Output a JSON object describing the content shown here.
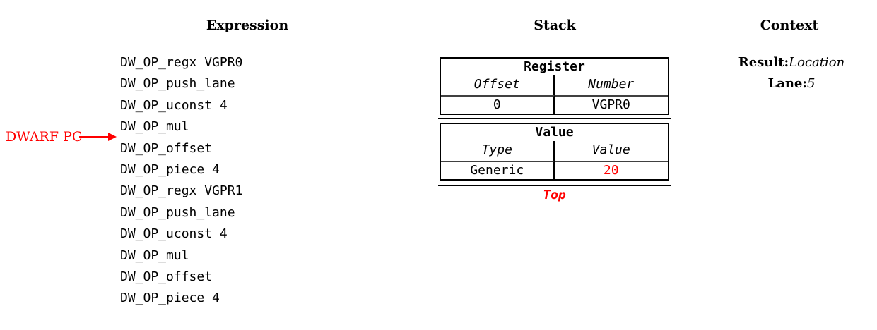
{
  "colors": {
    "accent": "#ff0000",
    "text": "#000000",
    "separator": "#404040"
  },
  "headers": {
    "expression": "Expression",
    "stack": "Stack",
    "context": "Context"
  },
  "expression": {
    "items": [
      "DW_OP_regx VGPR0",
      "DW_OP_push_lane",
      "DW_OP_uconst 4",
      "DW_OP_mul",
      "DW_OP_offset",
      "DW_OP_piece 4",
      "DW_OP_regx VGPR1",
      "DW_OP_push_lane",
      "DW_OP_uconst 4",
      "DW_OP_mul",
      "DW_OP_offset",
      "DW_OP_piece 4"
    ]
  },
  "pc_marker": {
    "label": "DWARF PC",
    "points_to": "DW_OP_offset"
  },
  "stack": {
    "entries": [
      {
        "title": "Register",
        "col1": "Offset",
        "col2": "Number",
        "val1": "0",
        "val2": "VGPR0"
      },
      {
        "title": "Value",
        "col1": "Type",
        "col2": "Value",
        "val1": "Generic",
        "val2": "20",
        "val2_color": "#ff0000"
      }
    ],
    "top_label": "Top"
  },
  "context": {
    "fields": [
      {
        "label": "Result:",
        "value": "Location"
      },
      {
        "label": "Lane:",
        "value": "5"
      }
    ]
  }
}
